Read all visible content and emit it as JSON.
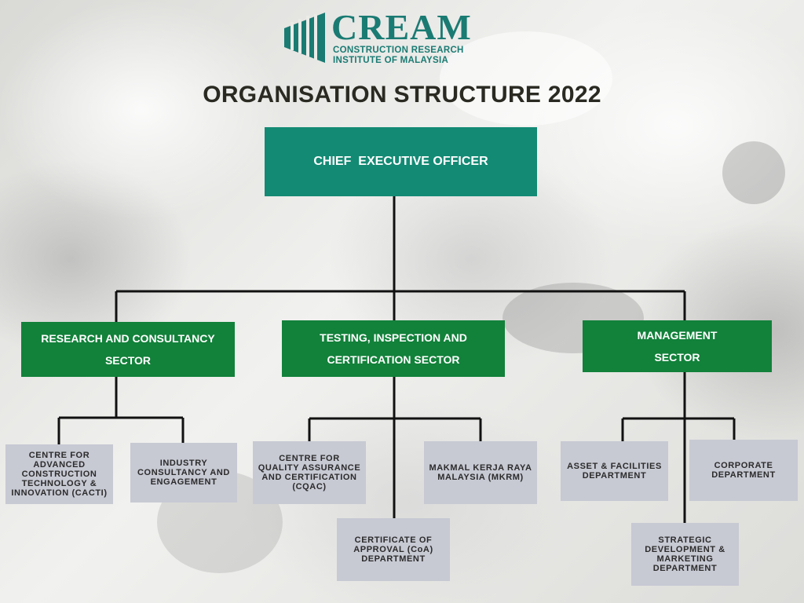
{
  "logo": {
    "brand": "CREAM",
    "line1": "CONSTRUCTION RESEARCH",
    "line2": "INSTITUTE OF MALAYSIA"
  },
  "title": "ORGANISATION STRUCTURE 2022",
  "colors": {
    "ceo": "#138a74",
    "sector": "#12813a",
    "department": "#c7c9d3",
    "logo": "#1a7b73",
    "title": "#2a2a22"
  },
  "ceo": {
    "label": "CHIEF  EXECUTIVE OFFICER"
  },
  "sectors": [
    {
      "label": "RESEARCH AND CONSULTANCY SECTOR",
      "departments": [
        "CENTRE FOR ADVANCED CONSTRUCTION TECHNOLOGY & INNOVATION (CACTI)",
        "INDUSTRY CONSULTANCY AND ENGAGEMENT"
      ]
    },
    {
      "label": "TESTING, INSPECTION AND CERTIFICATION SECTOR",
      "departments": [
        "CENTRE FOR QUALITY ASSURANCE AND CERTIFICATION (CQAC)",
        "MAKMAL KERJA RAYA MALAYSIA (MKRM)",
        "CERTIFICATE OF APPROVAL (CoA) DEPARTMENT"
      ]
    },
    {
      "label": "MANAGEMENT SECTOR",
      "departments": [
        "ASSET & FACILITIES DEPARTMENT",
        "CORPORATE DEPARTMENT",
        "STRATEGIC DEVELOPMENT & MARKETING DEPARTMENT"
      ]
    }
  ]
}
